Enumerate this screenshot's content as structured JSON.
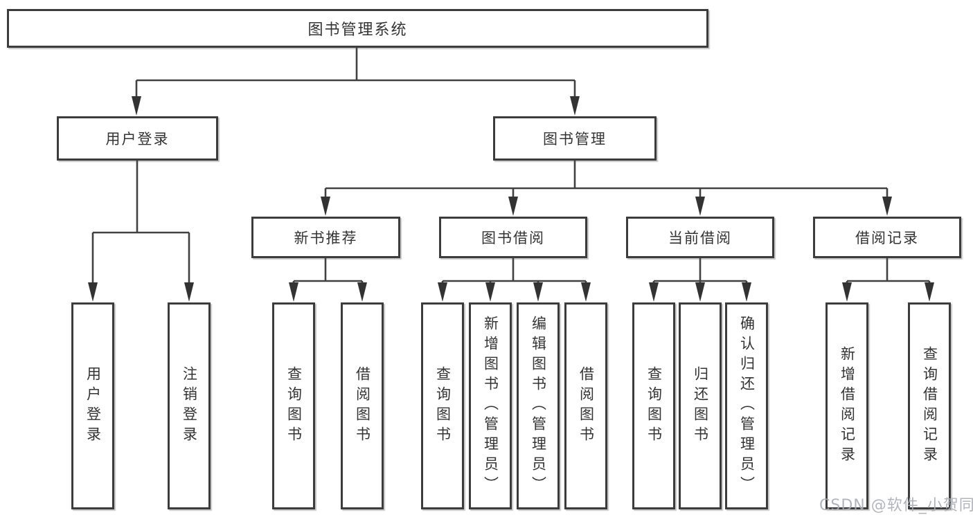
{
  "diagram": {
    "root": {
      "label": "图书管理系统"
    },
    "level1": [
      {
        "label": "用户登录"
      },
      {
        "label": "图书管理"
      }
    ],
    "level2": [
      {
        "label": "新书推荐"
      },
      {
        "label": "图书借阅"
      },
      {
        "label": "当前借阅"
      },
      {
        "label": "借阅记录"
      }
    ],
    "leaves": {
      "user_login": [
        "用户登录",
        "注销登录"
      ],
      "new_books": [
        "查询图书",
        "借阅图书"
      ],
      "book_borrow": [
        "查询图书",
        "新增图书（管理员）",
        "编辑图书（管理员）",
        "借阅图书"
      ],
      "current_borrow": [
        "查询图书",
        "归还图书",
        "确认归还（管理员）"
      ],
      "borrow_records": [
        "新增借阅记录",
        "查询借阅记录"
      ]
    },
    "colors": {
      "line": "#404040",
      "box_border": "#3c3c3c",
      "text": "#333333",
      "background": "#ffffff",
      "watermark": "#a8adb5"
    }
  },
  "watermark": {
    "text": "CSDN @软件_小贺同学"
  }
}
